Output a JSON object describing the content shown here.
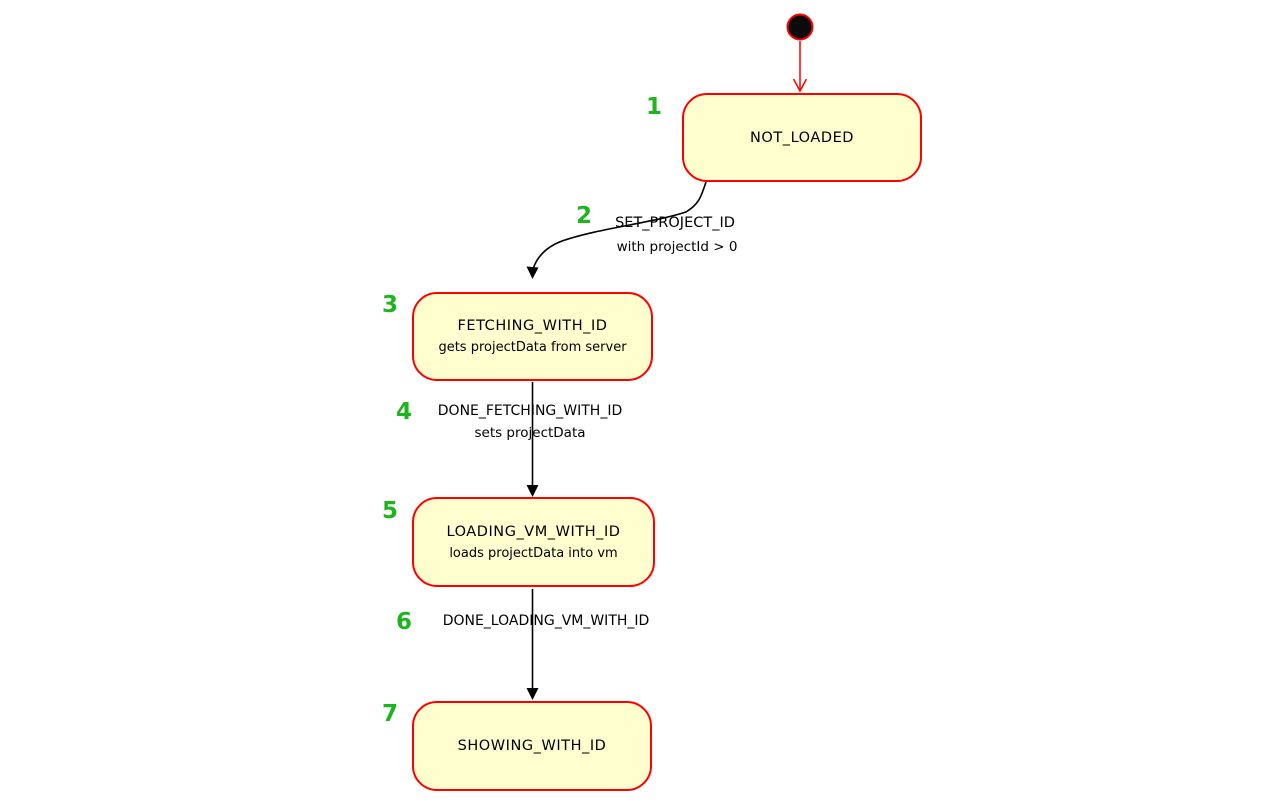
{
  "diagram": {
    "type": "state-machine",
    "colors": {
      "background": "#FFFFFF",
      "state_fill": "#FEFECE",
      "state_border": "#FF0000",
      "annotation_green": "#1EB41E",
      "edge_black": "#000000",
      "edge_red": "#FF0000",
      "start_dot_fill": "#0B0B0B",
      "text": "#000000"
    },
    "initial_transition": {
      "from": "initial",
      "to": "NOT_LOADED"
    },
    "states": [
      {
        "annotation": "1",
        "name": "NOT_LOADED",
        "description": ""
      },
      {
        "annotation": "3",
        "name": "FETCHING_WITH_ID",
        "description": "gets projectData from server"
      },
      {
        "annotation": "5",
        "name": "LOADING_VM_WITH_ID",
        "description": "loads projectData into vm"
      },
      {
        "annotation": "7",
        "name": "SHOWING_WITH_ID",
        "description": ""
      }
    ],
    "transitions": [
      {
        "annotation": "2",
        "event": "SET_PROJECT_ID",
        "guard": "with projectId > 0",
        "from": "NOT_LOADED",
        "to": "FETCHING_WITH_ID"
      },
      {
        "annotation": "4",
        "event": "DONE_FETCHING_WITH_ID",
        "guard": "sets projectData",
        "from": "FETCHING_WITH_ID",
        "to": "LOADING_VM_WITH_ID"
      },
      {
        "annotation": "6",
        "event": "DONE_LOADING_VM_WITH_ID",
        "guard": "",
        "from": "LOADING_VM_WITH_ID",
        "to": "SHOWING_WITH_ID"
      }
    ]
  }
}
